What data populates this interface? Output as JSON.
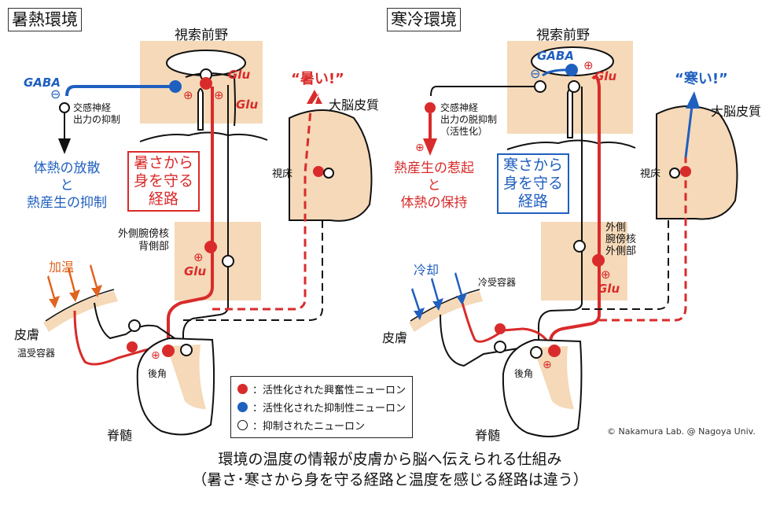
{
  "colors": {
    "excitatory": "#d92b2b",
    "inhibitory": "#1f5fbf",
    "tissue": "#f5d9b8",
    "heat_arrow": "#e0631e",
    "cold_arrow": "#1f5fbf"
  },
  "hot": {
    "env_title": "暑熱環境",
    "poa_label": "視索前野",
    "gaba_label": "GABA",
    "minus_sign": "⊖",
    "plus_sign": "⊕",
    "glu_label_1": "Glu",
    "glu_label_2": "Glu",
    "glu_label_lpb": "Glu",
    "sympathetic_line1": "交感神経",
    "sympathetic_line2": "出力の抑制",
    "effect_line1": "体熱の放散",
    "effect_line2": "と",
    "effect_line3": "熱産生の抑制",
    "path_line1": "暑さから",
    "path_line2": "身を守る",
    "path_line3": "経路",
    "feeling": "“暑い!”",
    "cortex_label": "大脳皮質",
    "thalamus_label": "視床",
    "lpb_line1": "外側腕傍核",
    "lpb_line2": "背側部",
    "stimulus": "加温",
    "skin_label": "皮膚",
    "receptor_label": "温受容器",
    "dorsal_horn": "後角",
    "spinal_cord": "脊髄"
  },
  "cold": {
    "env_title": "寒冷環境",
    "poa_label": "視索前野",
    "gaba_label": "GABA",
    "minus_sign": "⊖",
    "plus_sign": "⊕",
    "glu_label_1": "Glu",
    "glu_label_lpb": "Glu",
    "sympathetic_line1": "交感神経",
    "sympathetic_line2": "出力の脱抑制",
    "sympathetic_line3": "（活性化）",
    "effect_line1": "熱産生の惹起",
    "effect_line2": "と",
    "effect_line3": "体熱の保持",
    "path_line1": "寒さから",
    "path_line2": "身を守る",
    "path_line3": "経路",
    "feeling": "“寒い!”",
    "cortex_label": "大脳皮質",
    "thalamus_label": "視床",
    "lpb_line1": "外側",
    "lpb_line2": "腕傍核",
    "lpb_line3": "外側部",
    "stimulus": "冷却",
    "skin_label": "皮膚",
    "receptor_label": "冷受容器",
    "dorsal_horn": "後角",
    "spinal_cord": "脊髄"
  },
  "legend": {
    "items": [
      {
        "marker": "red-filled",
        "text": "：活性化された興奮性ニューロン"
      },
      {
        "marker": "blue-filled",
        "text": "：活性化された抑制性ニューロン"
      },
      {
        "marker": "open",
        "text": "：抑制されたニューロン"
      }
    ]
  },
  "copyright": "© Nakamura Lab. @ Nagoya Univ.",
  "caption": {
    "line1": "環境の温度の情報が皮膚から脳へ伝えられる仕組み",
    "line2": "（暑さ･寒さから身を守る経路と温度を感じる経路は違う）"
  }
}
